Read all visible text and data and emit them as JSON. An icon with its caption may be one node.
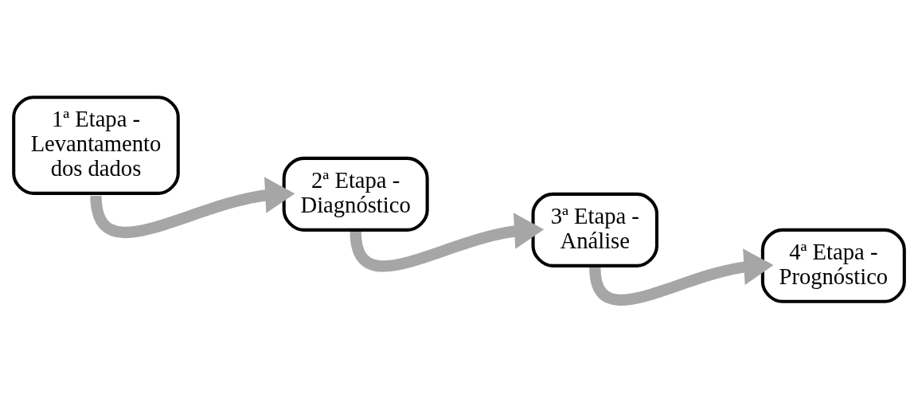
{
  "diagram": {
    "nodes": [
      {
        "text": [
          "1ª Etapa - Levantamento dos dados"
        ]
      },
      {
        "text": [
          "2ª Etapa - Diagnóstico"
        ]
      },
      {
        "text": [
          "3ª Etapa - Análise"
        ]
      },
      {
        "text": [
          "4ª Etapa - Prognóstico"
        ]
      }
    ],
    "edges": [
      {
        "from": 0,
        "to": 1,
        "arrow": "to"
      },
      {
        "from": 1,
        "to": 2,
        "arrow": "to"
      },
      {
        "from": 2,
        "to": 3,
        "arrow": "to"
      }
    ]
  }
}
